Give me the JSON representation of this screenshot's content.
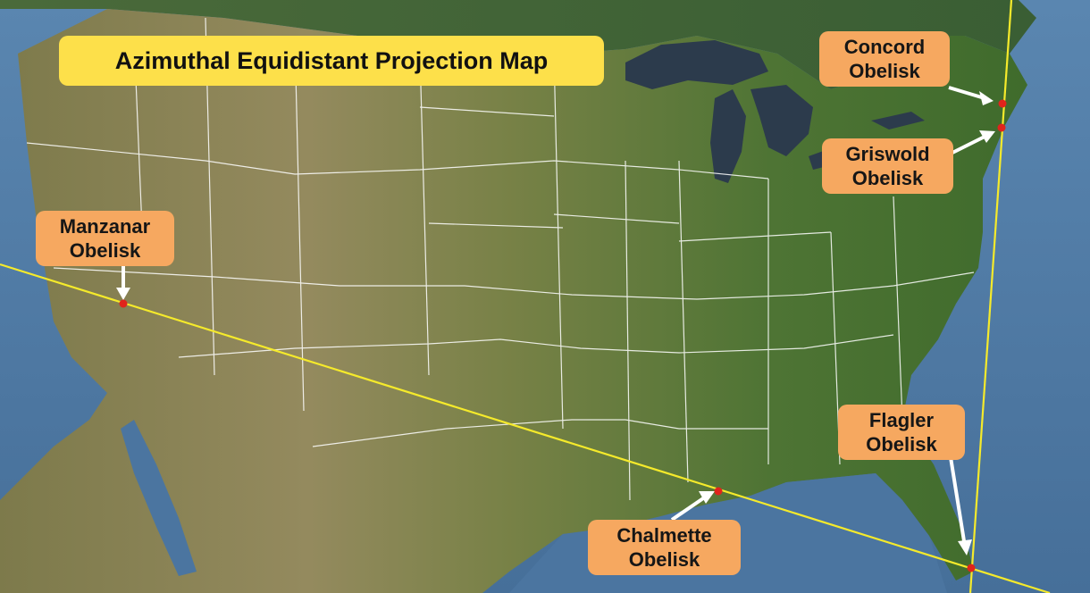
{
  "title": "Azimuthal Equidistant Projection Map",
  "colors": {
    "ocean": "#4d77a2",
    "land": "#6b7b3c",
    "title_box": "#fde04a",
    "label_box": "#f6a860",
    "line": "#f5ea2b",
    "marker": "#e0241c",
    "arrow": "#ffffff",
    "borders": "#ffffff"
  },
  "labels": {
    "manzanar": {
      "line1": "Manzanar",
      "line2": "Obelisk"
    },
    "concord": {
      "line1": "Concord",
      "line2": "Obelisk"
    },
    "griswold": {
      "line1": "Griswold",
      "line2": "Obelisk"
    },
    "chalmette": {
      "line1": "Chalmette",
      "line2": "Obelisk"
    },
    "flagler": {
      "line1": "Flagler",
      "line2": "Obelisk"
    }
  }
}
